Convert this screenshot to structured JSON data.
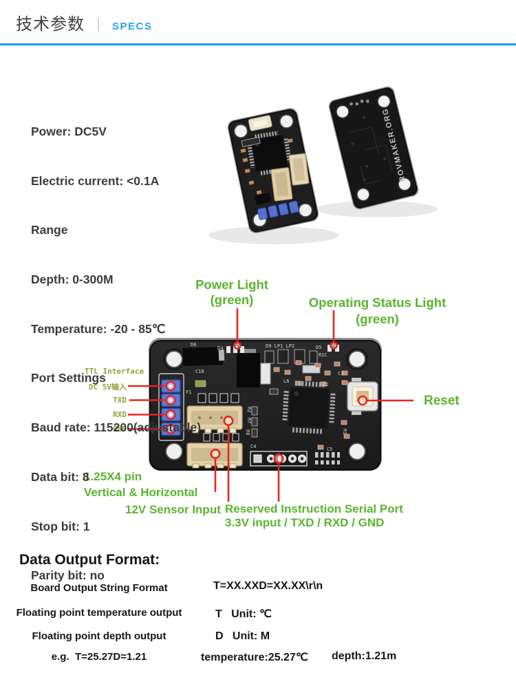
{
  "header": {
    "title_cn": "技术参数",
    "separator": "｜",
    "title_en": "SPECS"
  },
  "specs": {
    "lines": [
      "Power: DC5V",
      "Electric current: <0.1A",
      "Range",
      "Depth: 0-300M",
      "Temperature: -20 - 85℃",
      "Port Settings",
      "Baud rate: 115200(adjustable)",
      "Data bit: 8",
      "Stop bit: 1",
      "Parity bit: no"
    ]
  },
  "photos": {
    "back_silk": "ROVMAKER.ORG"
  },
  "figure": {
    "power_light": {
      "l1": "Power Light",
      "l2": "(green)"
    },
    "status_light": {
      "l1": "Operating Status Light",
      "l2": "(green)"
    },
    "reset": "Reset",
    "ttl": {
      "title": "TTL Interface",
      "pins": [
        "DC 5V输入",
        "TXD",
        "RXD",
        "GND"
      ]
    },
    "pin125": {
      "l1": "1.25X4 pin",
      "l2": "Vertical & Horizontal"
    },
    "sensor": "12V Sensor Input",
    "reserved": {
      "l1": "Reserved Instruction Serial Port",
      "l2": "3.3V input / TXD / RXD / GND"
    },
    "silk": {
      "d6": "D6",
      "d4": "D4",
      "d9": "D9 LP1 LP2",
      "d5": "D5",
      "r1c": "R1C",
      "c18": "C18",
      "f1": "F1",
      "l6": "L6",
      "c2": "C2",
      "c3": "C3",
      "c4": "C4",
      "c5": "C5",
      "r2": "R2",
      "r7": "R7",
      "r8": "R8",
      "r1": "R1"
    }
  },
  "output": {
    "heading": "Data Output Format:",
    "rows": [
      {
        "label": "Board Output String Format",
        "value": "T=XX.XXD=XX.XX\\r\\n"
      },
      {
        "label": "Floating point temperature output",
        "value": "T   Unit: ℃"
      },
      {
        "label": "Floating point depth output",
        "value": "D   Unit: M"
      },
      {
        "label": "e.g.  T=25.27D=1.21",
        "value": "temperature:25.27℃",
        "value2": "depth:1.21m"
      }
    ]
  },
  "colors": {
    "accent_blue": "#189ce8",
    "label_green": "#5bb42e",
    "ttl_olive": "#97a23c",
    "leader_red": "#e8251c"
  }
}
